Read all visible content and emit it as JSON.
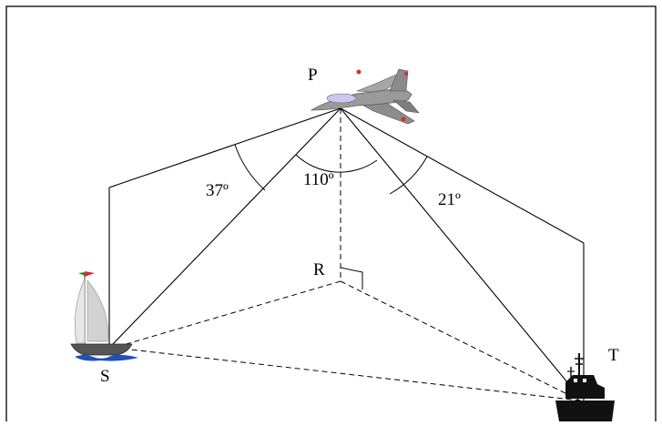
{
  "diagram": {
    "points": {
      "P": "P",
      "R": "R",
      "S": "S",
      "T": "T"
    },
    "angles": {
      "left": "37º",
      "middle": "110º",
      "right": "21º"
    },
    "icons": {
      "aircraft": "fighter-jet-icon",
      "sailboat": "sailboat-icon",
      "warship": "warship-icon"
    },
    "colors": {
      "line": "#000000",
      "background": "#ffffff",
      "jet_body": "#9a9a9a",
      "canopy": "#c8c8f0",
      "jet_lights": "#d03030",
      "water": "#2050c0",
      "flag": "#d03030",
      "ship": "#111111"
    }
  }
}
